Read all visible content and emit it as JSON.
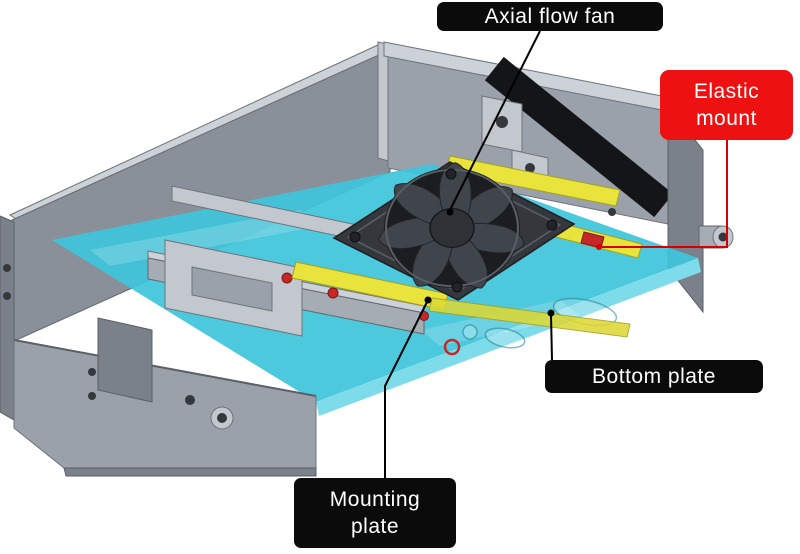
{
  "figure": {
    "callout_labels": {
      "axial_flow_fan": {
        "text": "Axial flow fan"
      },
      "elastic_mount": {
        "line1": "Elastic",
        "line2": "mount"
      },
      "bottom_plate": {
        "text": "Bottom plate"
      },
      "mounting_plate": {
        "line1": "Mounting",
        "line2": "plate"
      }
    },
    "colors": {
      "background": "#ffffff",
      "label_background_black": "#0b0b0b",
      "label_background_red": "#ee1111",
      "label_text": "#ffffff",
      "callout_line_black": "#000000",
      "callout_line_red": "#d60000",
      "bottom_plate_cyan": "#3ec5da",
      "mounting_plate_yellow": "#e9e43c",
      "elastic_mount_red": "#c62828",
      "fan_dark": "#26282c",
      "enclosure_gray": "#9aa1aa"
    }
  }
}
